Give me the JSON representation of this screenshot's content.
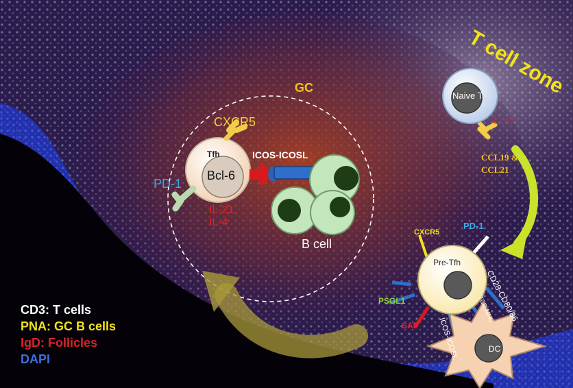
{
  "title": "T cell zone",
  "gc_label": "GC",
  "tfh": {
    "label": "Tfh",
    "nucleus": "Bcl-6"
  },
  "cxcr5_gc": "CXCR5",
  "pd1_gc": "PD-1",
  "icos_icosl_gc": "ICOS-ICOSL",
  "cytokines": [
    "IL-21,",
    "IL-4"
  ],
  "bcell_label": "B cell",
  "naive_t": "Naive T",
  "ccr7": "CCR7",
  "chemokines": [
    "CCL19 &",
    "CCL21"
  ],
  "pre_tfh": "Pre-Tfh",
  "receptors": {
    "cxcr5": "CXCR5",
    "pd1": "PD-1",
    "cd28": "CD28-CD80/86",
    "tcr": "TCR-MHC",
    "icos": "ICOS-ICOSL",
    "psgl1": "PSGL1",
    "sap": "SAP"
  },
  "dc": "DC",
  "legend": [
    {
      "text": "CD3: T cells",
      "color": "#ffffff"
    },
    {
      "text": "PNA: GC B cells",
      "color": "#f2e21a"
    },
    {
      "text": "IgD: Follicles",
      "color": "#d8232a"
    },
    {
      "text": "DAPI",
      "color": "#3f6fe0"
    }
  ]
}
